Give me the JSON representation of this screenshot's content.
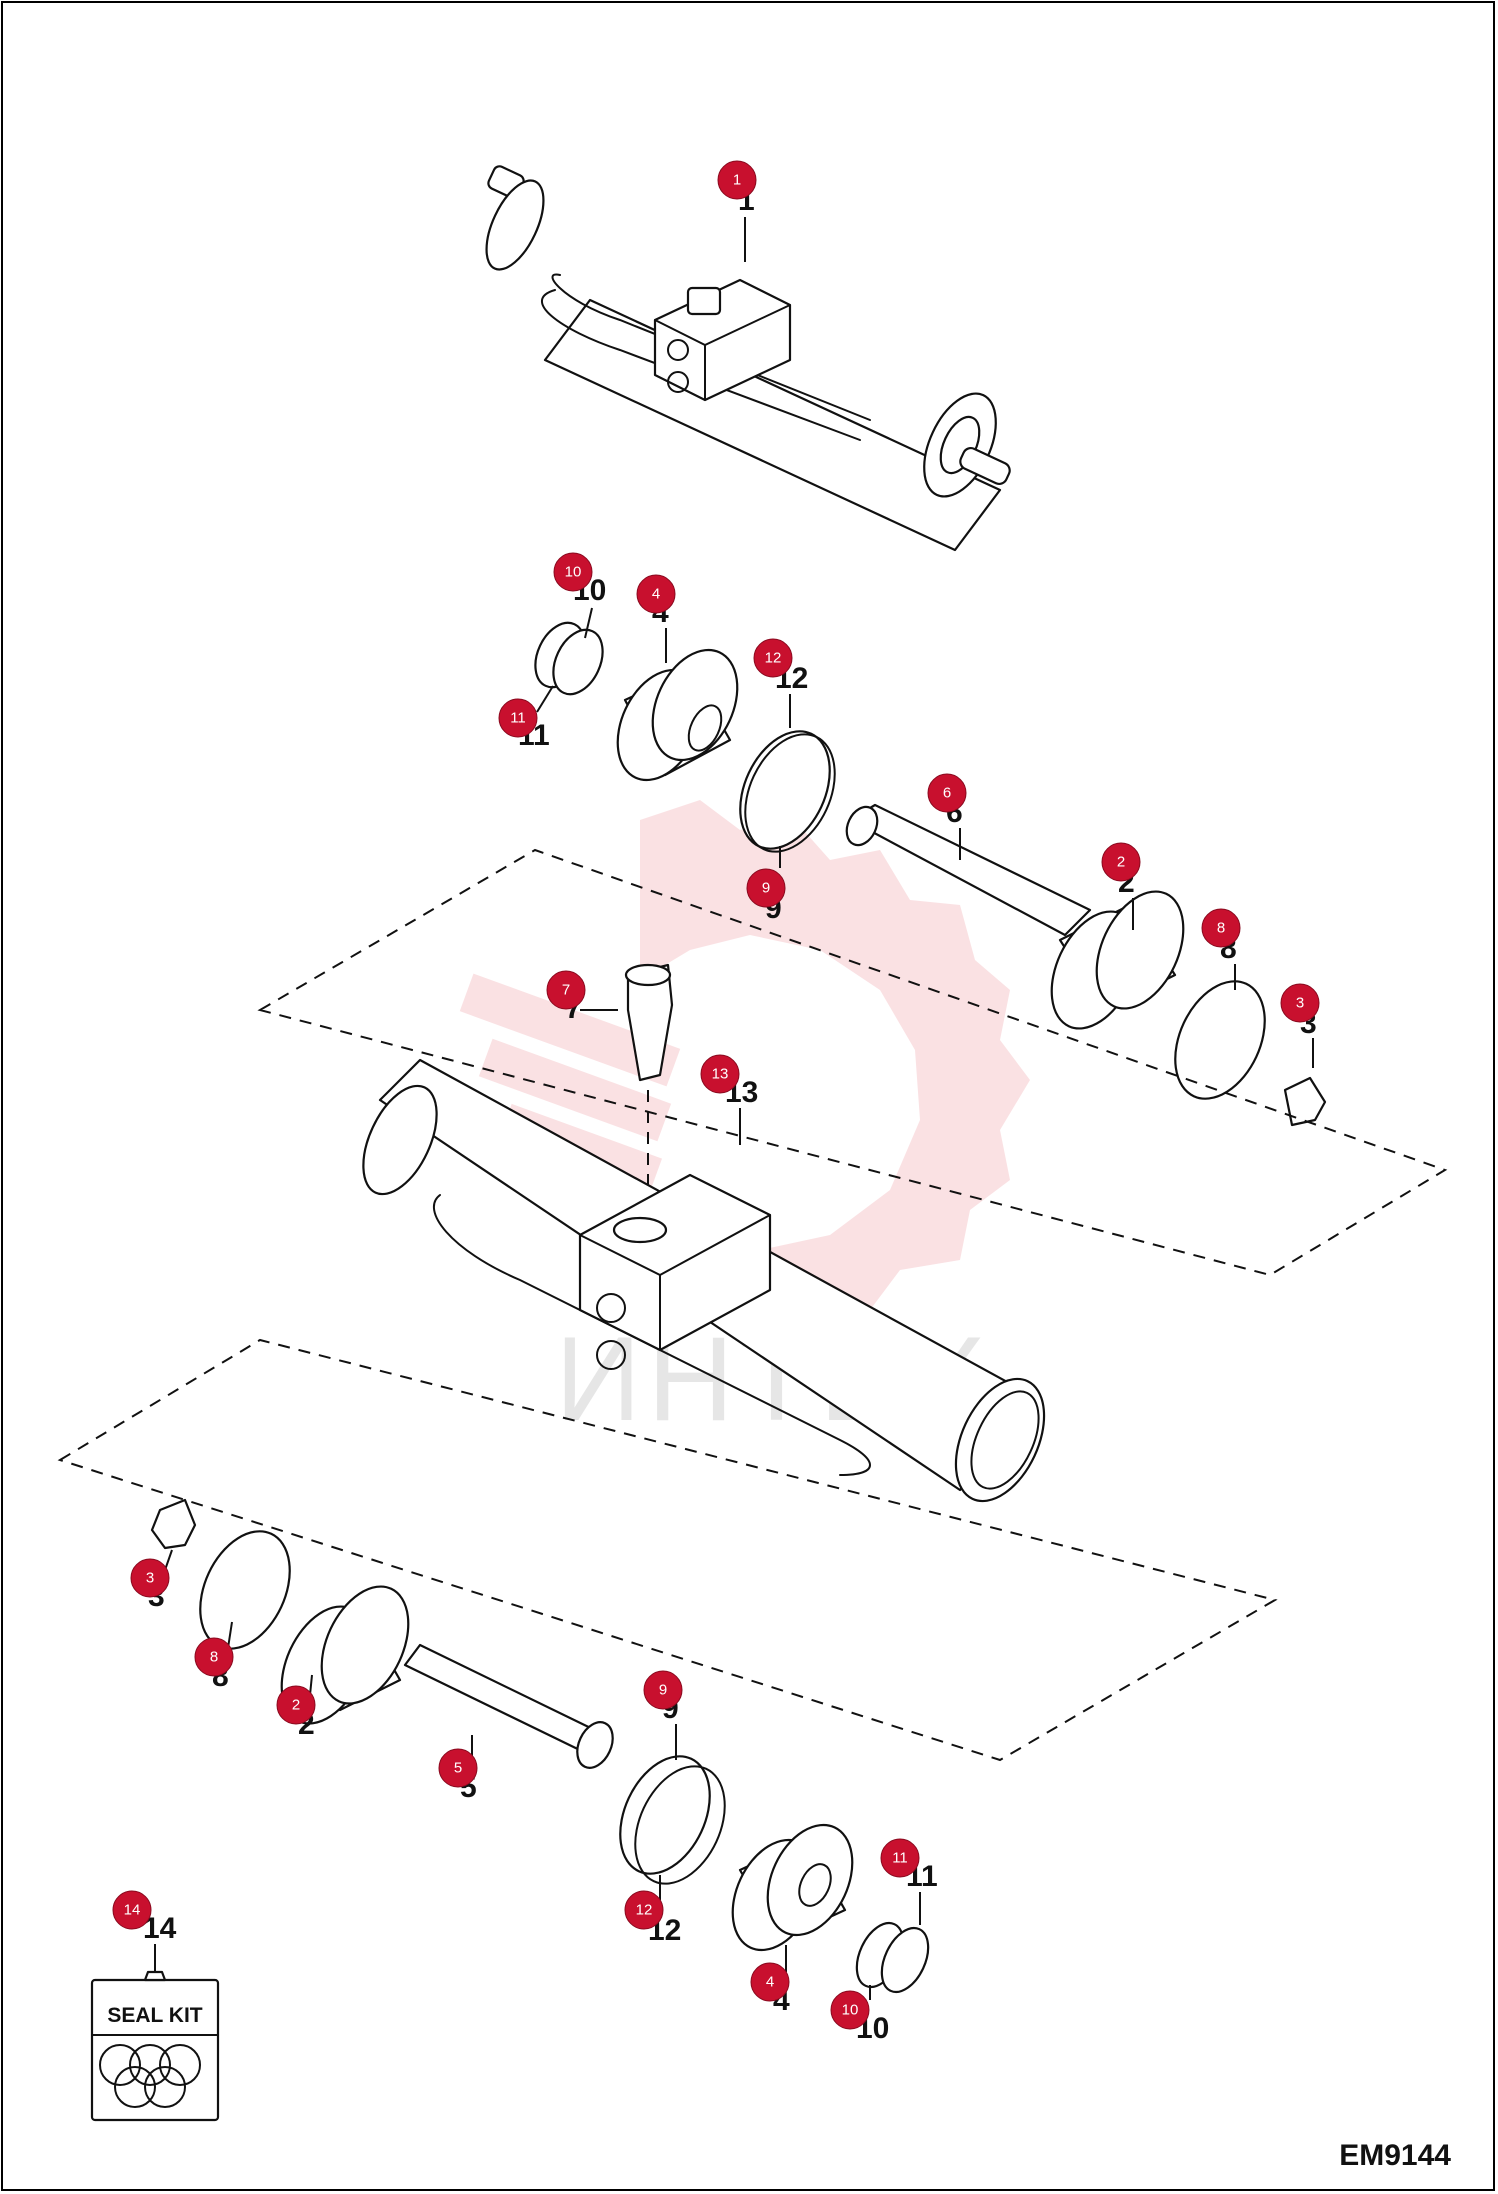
{
  "diagram": {
    "code": "EM9144",
    "watermark_text": "ИНТЕХ",
    "seal_kit_label": "SEAL KIT",
    "callouts": [
      {
        "id": "c1",
        "badge": "1",
        "number": "1"
      },
      {
        "id": "c10a",
        "badge": "10",
        "number": "10"
      },
      {
        "id": "c4a",
        "badge": "4",
        "number": "4"
      },
      {
        "id": "c12a",
        "badge": "12",
        "number": "12"
      },
      {
        "id": "c11a",
        "badge": "11",
        "number": "11"
      },
      {
        "id": "c6",
        "badge": "6",
        "number": "6"
      },
      {
        "id": "c9a",
        "badge": "9",
        "number": "9"
      },
      {
        "id": "c2a",
        "badge": "2",
        "number": "2"
      },
      {
        "id": "c8a",
        "badge": "8",
        "number": "8"
      },
      {
        "id": "c3a",
        "badge": "3",
        "number": "3"
      },
      {
        "id": "c7",
        "badge": "7",
        "number": "7"
      },
      {
        "id": "c13",
        "badge": "13",
        "number": "13"
      },
      {
        "id": "c3b",
        "badge": "3",
        "number": "3"
      },
      {
        "id": "c8b",
        "badge": "8",
        "number": "8"
      },
      {
        "id": "c2b",
        "badge": "2",
        "number": "2"
      },
      {
        "id": "c9b",
        "badge": "9",
        "number": "9"
      },
      {
        "id": "c5",
        "badge": "5",
        "number": "5"
      },
      {
        "id": "c11b",
        "badge": "11",
        "number": "11"
      },
      {
        "id": "c12b",
        "badge": "12",
        "number": "12"
      },
      {
        "id": "c14",
        "badge": "14",
        "number": "14"
      },
      {
        "id": "c4b",
        "badge": "4",
        "number": "4"
      },
      {
        "id": "c10b",
        "badge": "10",
        "number": "10"
      }
    ]
  }
}
